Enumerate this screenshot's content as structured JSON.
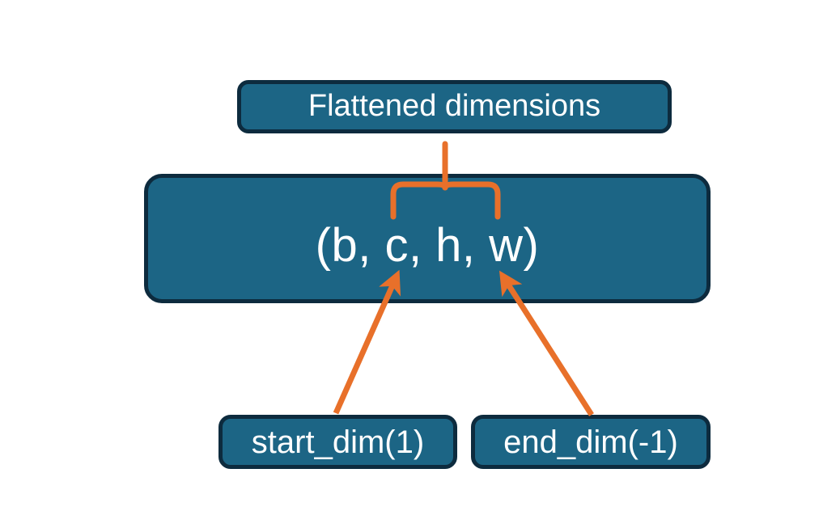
{
  "diagram": {
    "title_node": {
      "label": "Flattened dimensions",
      "name": "flattened-dimensions-box"
    },
    "shape_node": {
      "label": "(b, c, h, w)",
      "dims": [
        "b",
        "c",
        "h",
        "w"
      ],
      "name": "tensor-shape-box"
    },
    "arg_nodes": [
      {
        "label": "start_dim(1)",
        "name": "start-dim-box",
        "points_to_dim": "c"
      },
      {
        "label": "end_dim(-1)",
        "name": "end-dim-box",
        "points_to_dim": "w"
      }
    ],
    "annotations": {
      "brace_label": "brace-spanning-flattened-dims",
      "brace_spans_dims": [
        "c",
        "h",
        "w"
      ],
      "arrow_left_label": "arrow-start-dim-to-c",
      "arrow_right_label": "arrow-end-dim-to-w"
    },
    "colors": {
      "node_fill": "#1c6585",
      "node_border": "#0d2b3e",
      "node_text": "#ffffff",
      "accent_orange": "#e8702a",
      "background": "#ffffff"
    }
  }
}
